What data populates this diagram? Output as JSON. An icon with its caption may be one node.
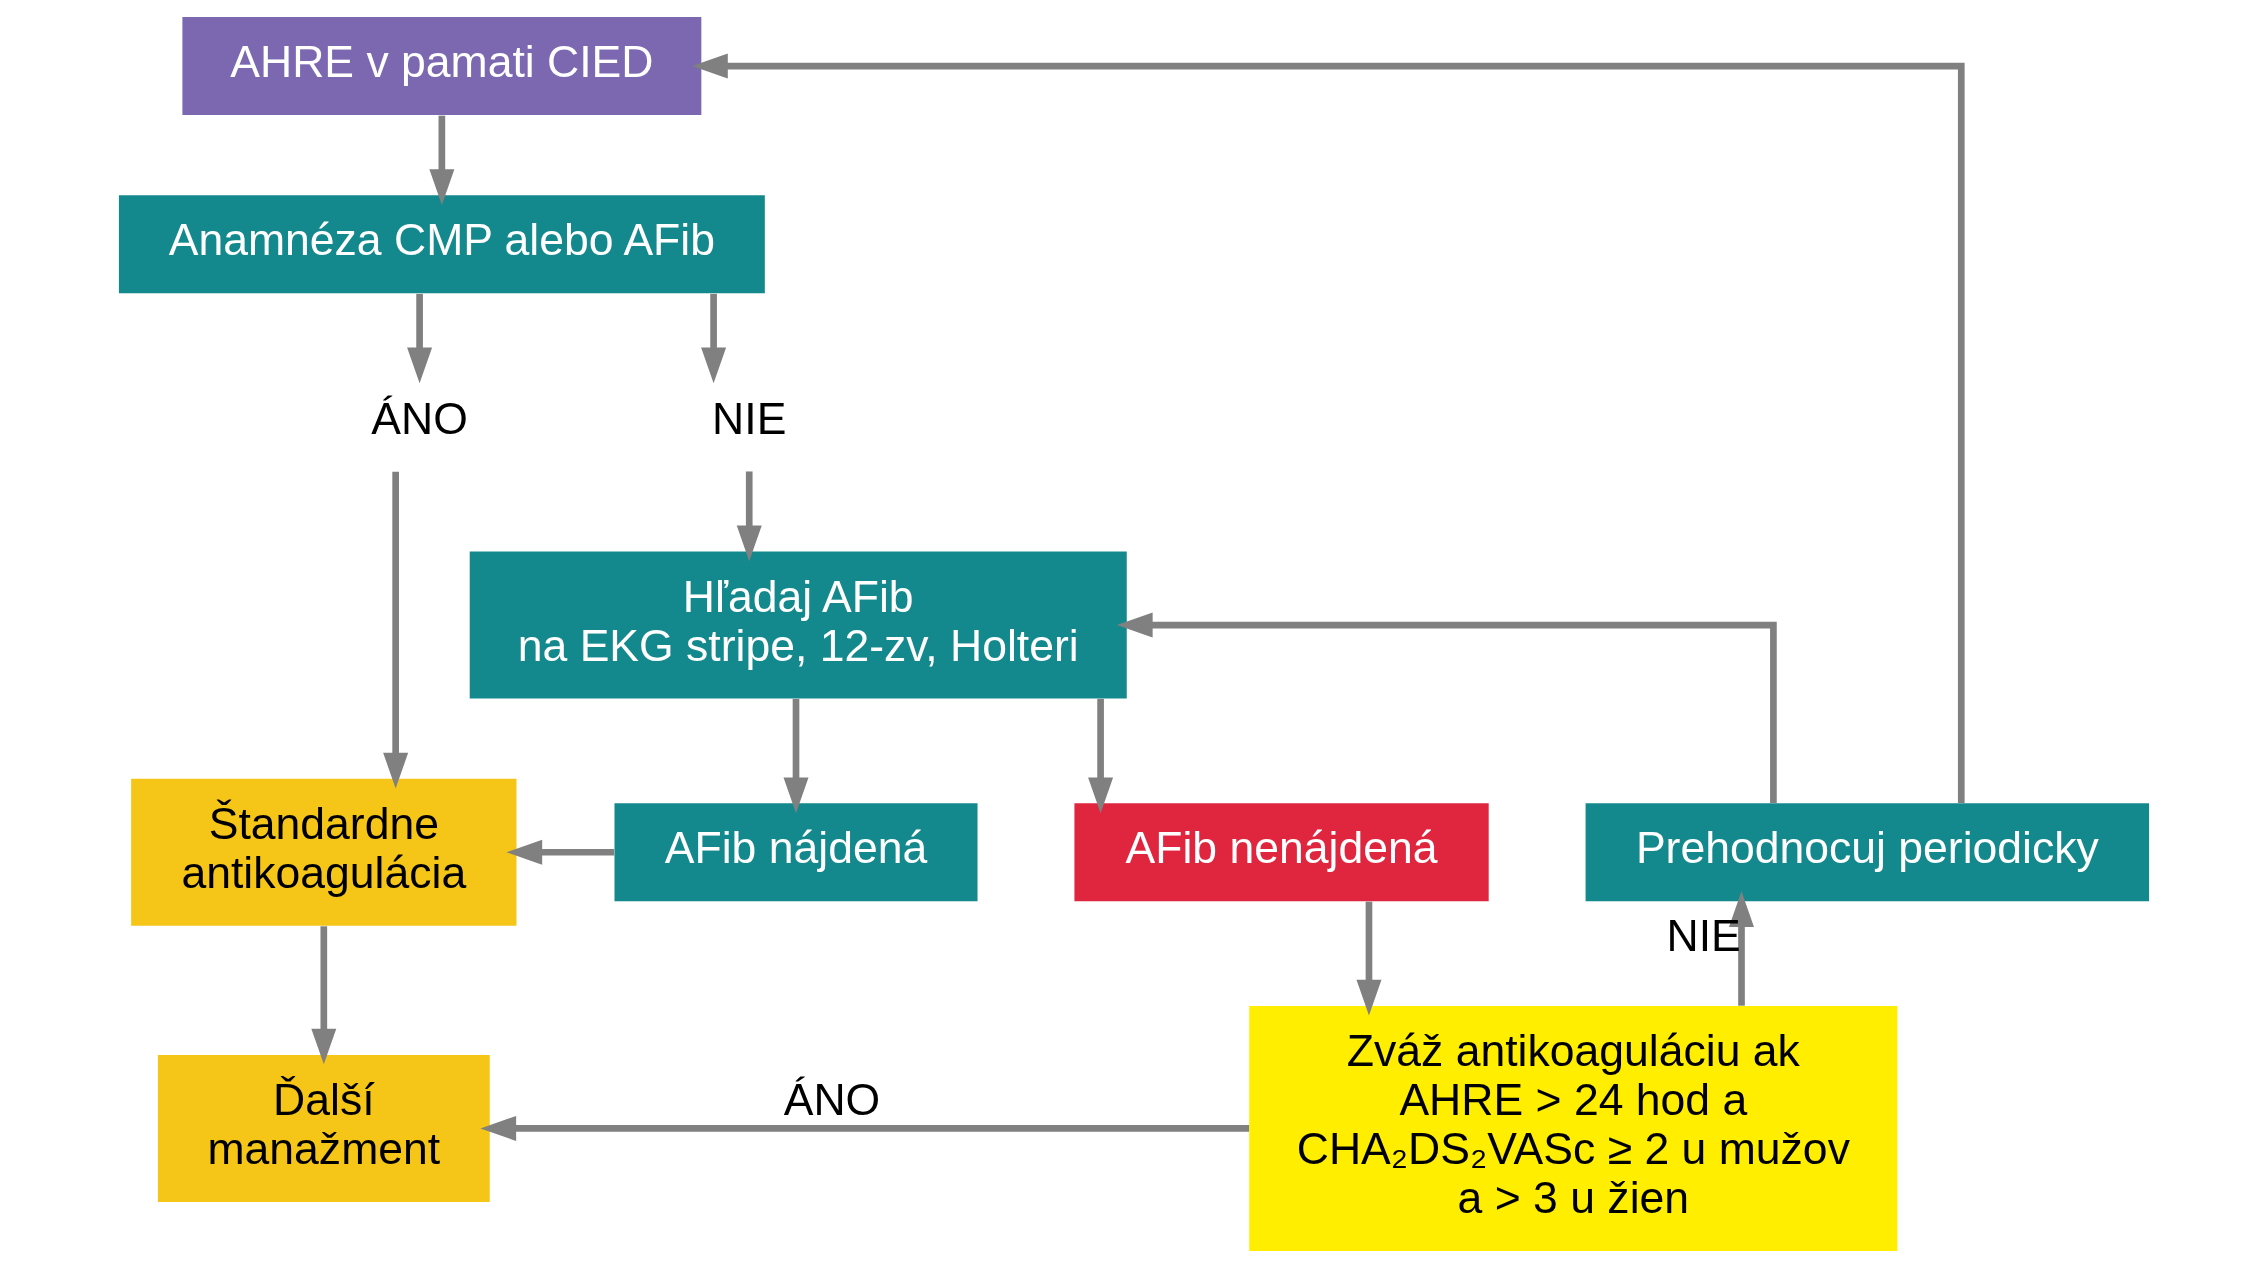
{
  "diagram": {
    "nodes": [
      {
        "text": [
          "AHRE v pamati CIED"
        ]
      },
      {
        "text": [
          "Anamnéza CMP alebo AFib"
        ]
      },
      {
        "text": [
          "ÁNO"
        ]
      },
      {
        "text": [
          "NIE"
        ]
      },
      {
        "text": [
          "Hľadaj AFib na EKG stripe, 12-zv, Holteri"
        ]
      },
      {
        "text": [
          "Štandardne antikoagulácia"
        ]
      },
      {
        "text": [
          "AFib nájdená"
        ]
      },
      {
        "text": [
          "AFib nenájdená"
        ]
      },
      {
        "text": [
          "Prehodnocuj periodicky"
        ]
      },
      {
        "text": [
          "Ďalší manažment"
        ]
      },
      {
        "text": [
          "Zváž antikoaguláciu ak AHRE > 24 hod a CHA₂DS₂VASc ≥ 2 u mužov a > 3 u žien"
        ]
      }
    ],
    "edges": [
      {
        "from": 0,
        "to": 1,
        "arrow": "to"
      },
      {
        "from": 1,
        "to": 2,
        "arrow": "to"
      },
      {
        "from": 1,
        "to": 3,
        "arrow": "to"
      },
      {
        "from": 2,
        "to": 5,
        "arrow": "to"
      },
      {
        "from": 3,
        "to": 4,
        "arrow": "to"
      },
      {
        "from": 4,
        "to": 6,
        "arrow": "to"
      },
      {
        "from": 4,
        "to": 7,
        "arrow": "to"
      },
      {
        "from": 6,
        "to": 5,
        "arrow": "to"
      },
      {
        "from": 5,
        "to": 9,
        "arrow": "to"
      },
      {
        "from": 7,
        "to": 10,
        "arrow": "to"
      },
      {
        "from": 10,
        "to": 9,
        "arrow": "to",
        "label": "ÁNO"
      },
      {
        "from": 10,
        "to": 8,
        "arrow": "to",
        "label": "NIE"
      },
      {
        "from": 8,
        "to": 4,
        "arrow": "to"
      },
      {
        "from": 8,
        "to": 0,
        "arrow": "to"
      }
    ]
  }
}
